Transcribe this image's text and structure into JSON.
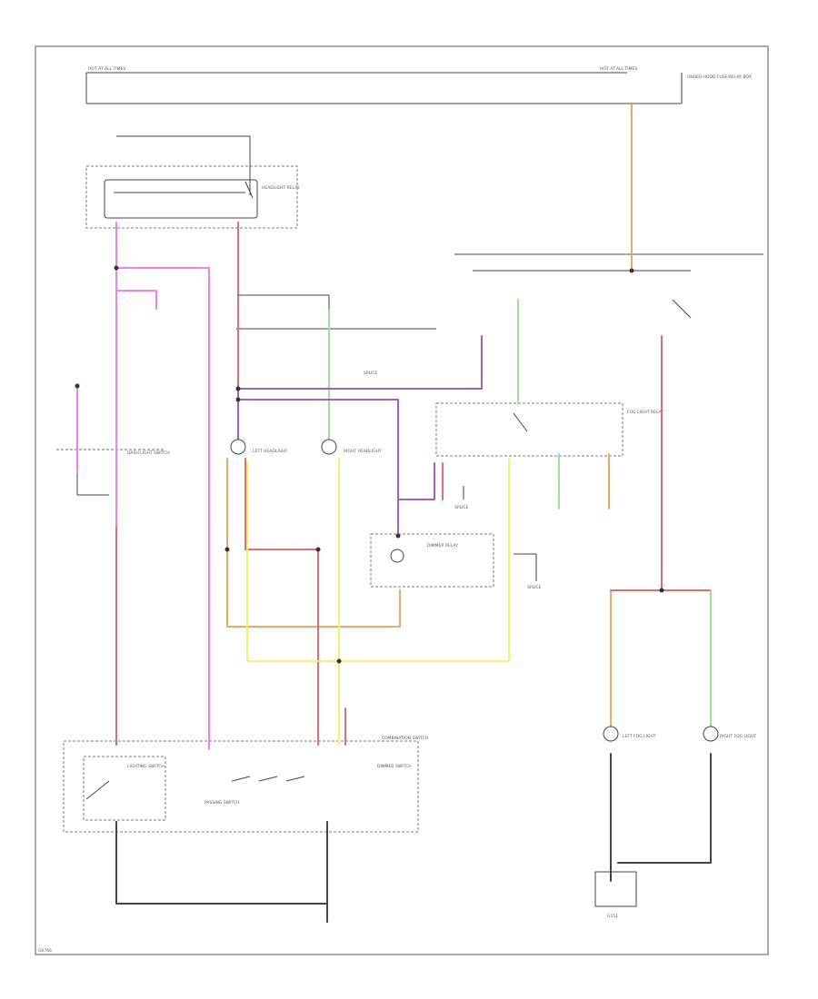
{
  "diagram": {
    "header_left": "HOT AT ALL TIMES",
    "header_right": "HOT AT ALL TIMES",
    "underhood_box_label": "UNDER-HOOD FUSE/RELAY BOX",
    "footer_tag": "G0766",
    "ground_label": "G151",
    "left_headlight": "LEFT HEADLIGHT",
    "right_headlight": "RIGHT HEADLIGHT",
    "headlight_relay": "HEADLIGHT RELAY",
    "fog_light_relay": "FOG LIGHT RELAY",
    "dimmer_relay": "DIMMER RELAY",
    "dash_light_switch": "DASH LIGHT SWITCH",
    "combination_switch": "COMBINATION SWITCH",
    "lighting_switch": "LIGHTING SWITCH",
    "dimmer_switch": "DIMMER SWITCH",
    "passing_switch": "PASSING SWITCH",
    "left_fog_light": "LEFT FOG LIGHT",
    "right_fog_light": "RIGHT FOG LIGHT",
    "splice_label": "SPLICE",
    "wire_colors": {
      "pink": "#f080f0",
      "red": "#e07070",
      "green": "#9de09d",
      "yellow": "#f5f070",
      "orange": "#f0a868",
      "purple": "#a060c0",
      "black": "#444444"
    }
  }
}
